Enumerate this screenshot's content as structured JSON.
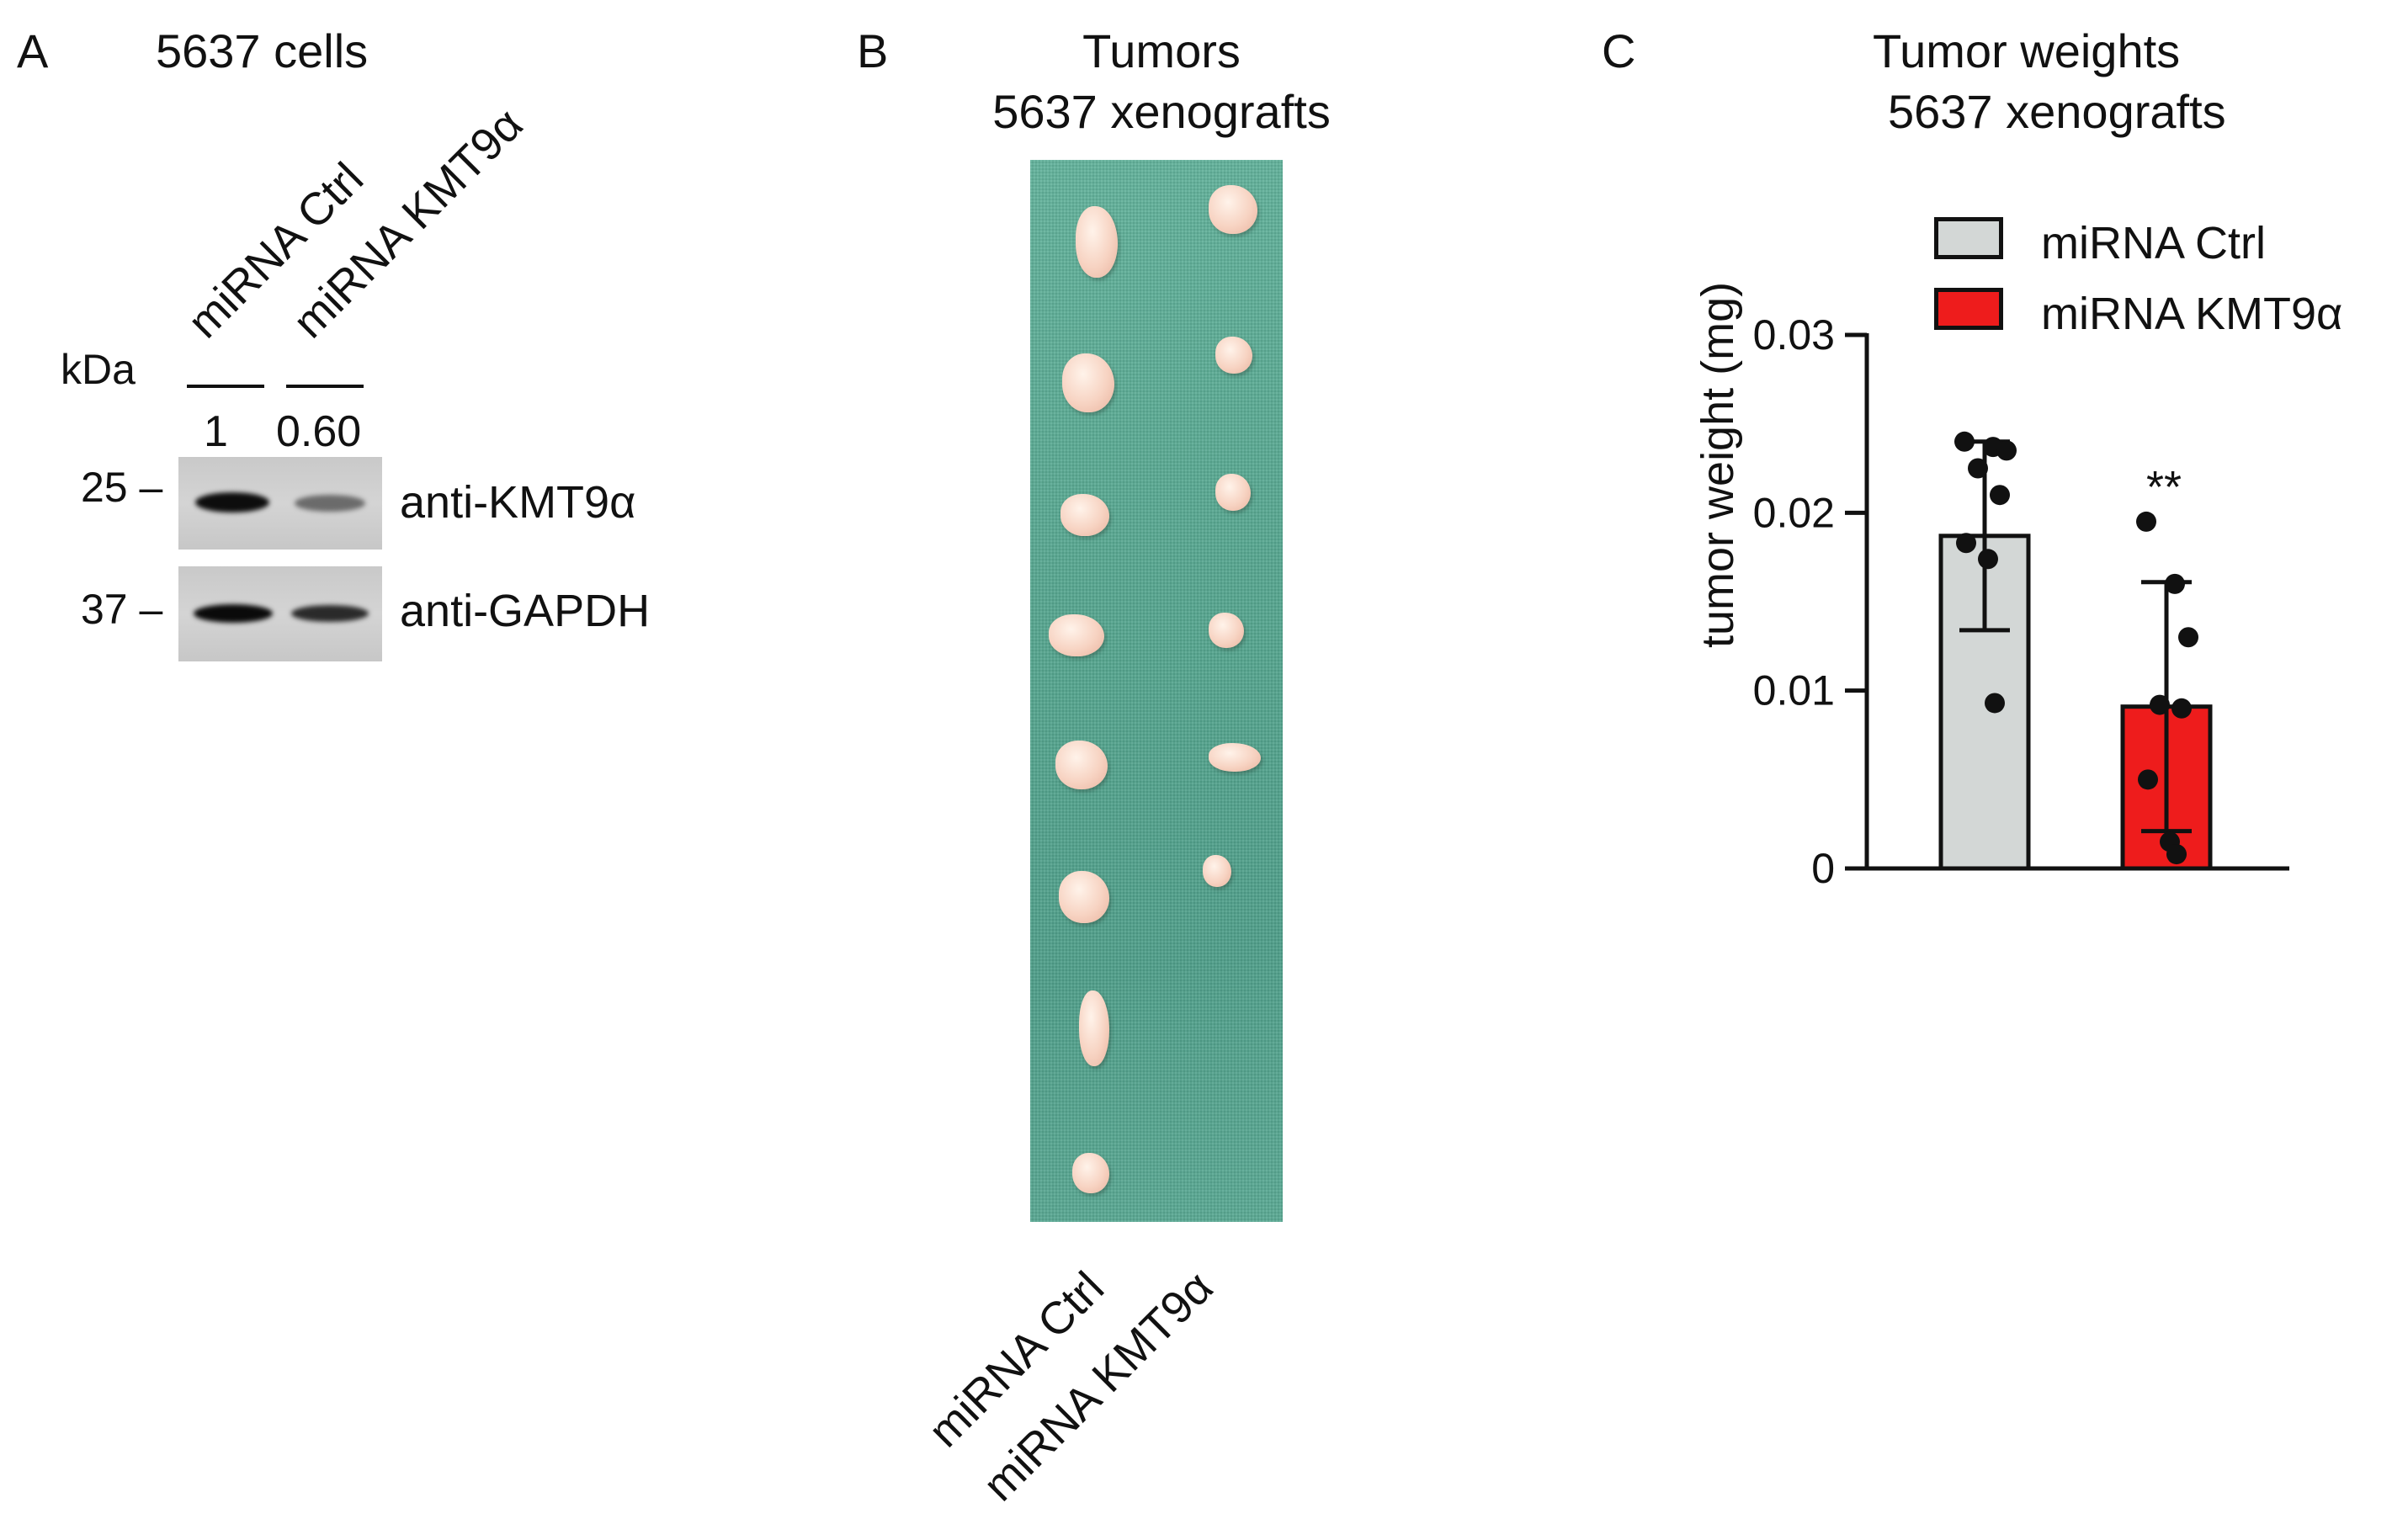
{
  "panel_a": {
    "letter": "A",
    "title": "5637 cells",
    "lanes": [
      "miRNA Ctrl",
      "miRNA KMT9α"
    ],
    "kda_label": "kDa",
    "ratios": [
      "1",
      "0.60"
    ],
    "blots": [
      {
        "mw": "25",
        "label": "anti-KMT9α"
      },
      {
        "mw": "37",
        "label": "anti-GAPDH"
      }
    ]
  },
  "panel_b": {
    "letter": "B",
    "title_line1": "Tumors",
    "title_line2": "5637 xenografts",
    "lanes": [
      "miRNA Ctrl",
      "miRNA KMT9α"
    ],
    "colors": {
      "cloth": "#5aaa94",
      "tumor": "#f5cdbb"
    }
  },
  "panel_c": {
    "letter": "C",
    "title_line1": "Tumor weights",
    "title_line2": "5637 xenografts",
    "significance": "**"
  },
  "chart_data": {
    "type": "bar",
    "categories": [
      "miRNA Ctrl",
      "miRNA KMT9α"
    ],
    "ylabel": "tumor weight (mg)",
    "xlabel": "",
    "ylim": [
      0,
      0.03
    ],
    "yticks": [
      "0",
      "0.01",
      "0.02",
      "0.03"
    ],
    "legend": [
      "miRNA Ctrl",
      "miRNA KMT9α"
    ],
    "legend_placement": "top-right",
    "series": [
      {
        "name": "miRNA Ctrl",
        "mean": 0.0187,
        "sd": 0.0053,
        "color": "#d3d7d6",
        "points": [
          0.024,
          0.0237,
          0.0235,
          0.0225,
          0.021,
          0.0183,
          0.0174,
          0.0093
        ]
      },
      {
        "name": "miRNA KMT9α",
        "mean": 0.0091,
        "sd": 0.007,
        "color": "#ee1c1c",
        "points": [
          0.0195,
          0.016,
          0.013,
          0.0092,
          0.009,
          0.005,
          0.0015,
          0.0008
        ]
      }
    ]
  }
}
